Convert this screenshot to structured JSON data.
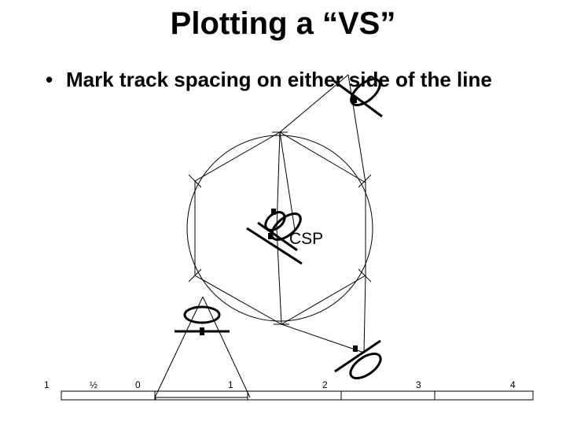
{
  "slide": {
    "title": "Plotting a “VS”",
    "bullet": "Mark track spacing on either side of the line"
  },
  "diagram": {
    "center_label": "CSP",
    "stroke_color": "#000000",
    "scale_labels": [
      "1",
      "½",
      "0",
      "1",
      "2",
      "3",
      "4"
    ]
  }
}
